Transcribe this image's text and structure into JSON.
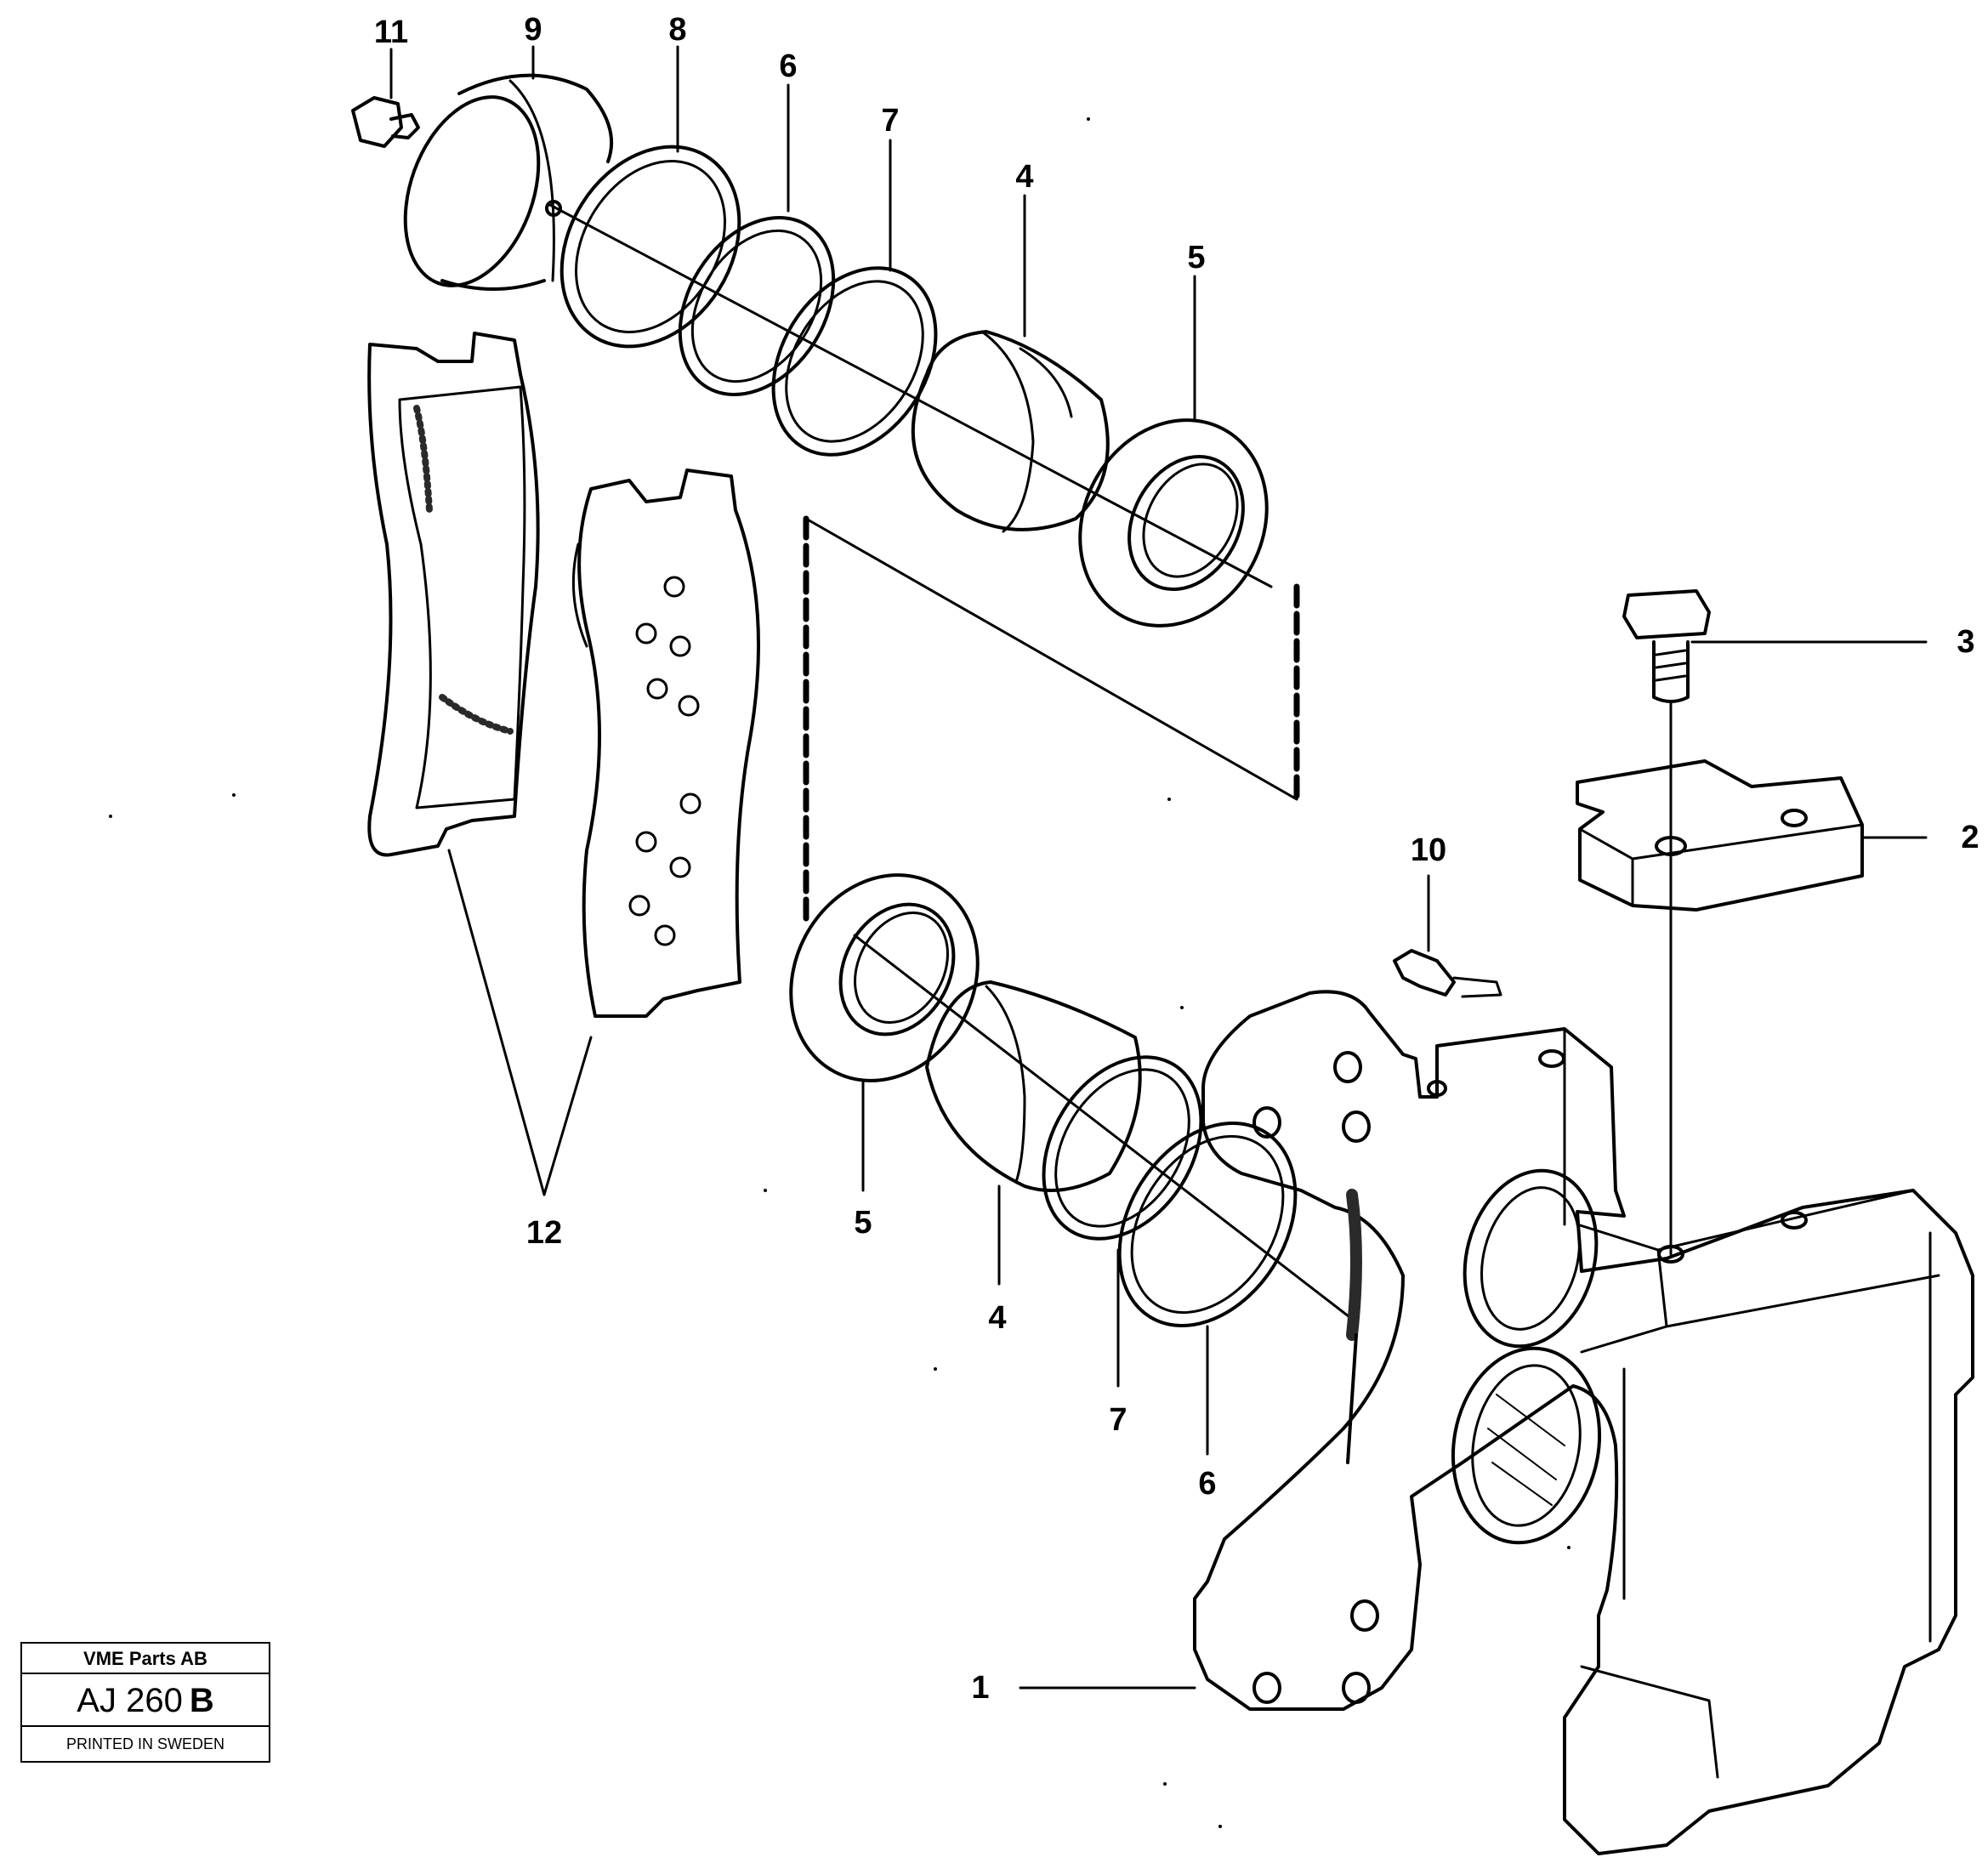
{
  "callouts": {
    "c1": "1",
    "c2": "2",
    "c3": "3",
    "c4a": "4",
    "c4b": "4",
    "c5a": "5",
    "c5b": "5",
    "c6a": "6",
    "c6b": "6",
    "c7a": "7",
    "c7b": "7",
    "c8": "8",
    "c9": "9",
    "c10": "10",
    "c11": "11",
    "c12": "12"
  },
  "title_block": {
    "company": "VME Parts AB",
    "code": "AJ 260",
    "revision": "B",
    "printed": "PRINTED IN SWEDEN"
  },
  "colors": {
    "line": "#000000",
    "background": "#ffffff",
    "shade": "#2a2a2a"
  }
}
